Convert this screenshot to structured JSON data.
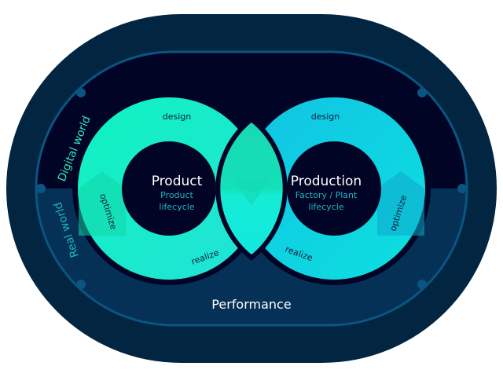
{
  "diagram": {
    "left_loop": {
      "title": "Product",
      "subtitle_line1": "Product",
      "subtitle_line2": "lifecycle",
      "stages": {
        "top": "design",
        "left": "optimize",
        "bottom": "realize"
      }
    },
    "right_loop": {
      "title": "Production",
      "subtitle_line1": "Factory / Plant",
      "subtitle_line2": "lifecycle",
      "stages": {
        "top": "design",
        "right": "optimize",
        "bottom": "realize"
      }
    },
    "bands": {
      "upper": "Digital world",
      "lower": "Real world"
    },
    "bottom_label": "Performance"
  },
  "colors": {
    "outer_ring": "#022542",
    "inner_dark": "#020425",
    "lower_band": "#053156",
    "track_line": "#0a5581",
    "left_ring_a": "#14f0c0",
    "left_ring_b": "#1ee6d0",
    "right_ring_a": "#10c8e0",
    "right_ring_b": "#0fe0e0",
    "label_teal": "#1fb5c0",
    "label_green": "#2ee6b8"
  }
}
